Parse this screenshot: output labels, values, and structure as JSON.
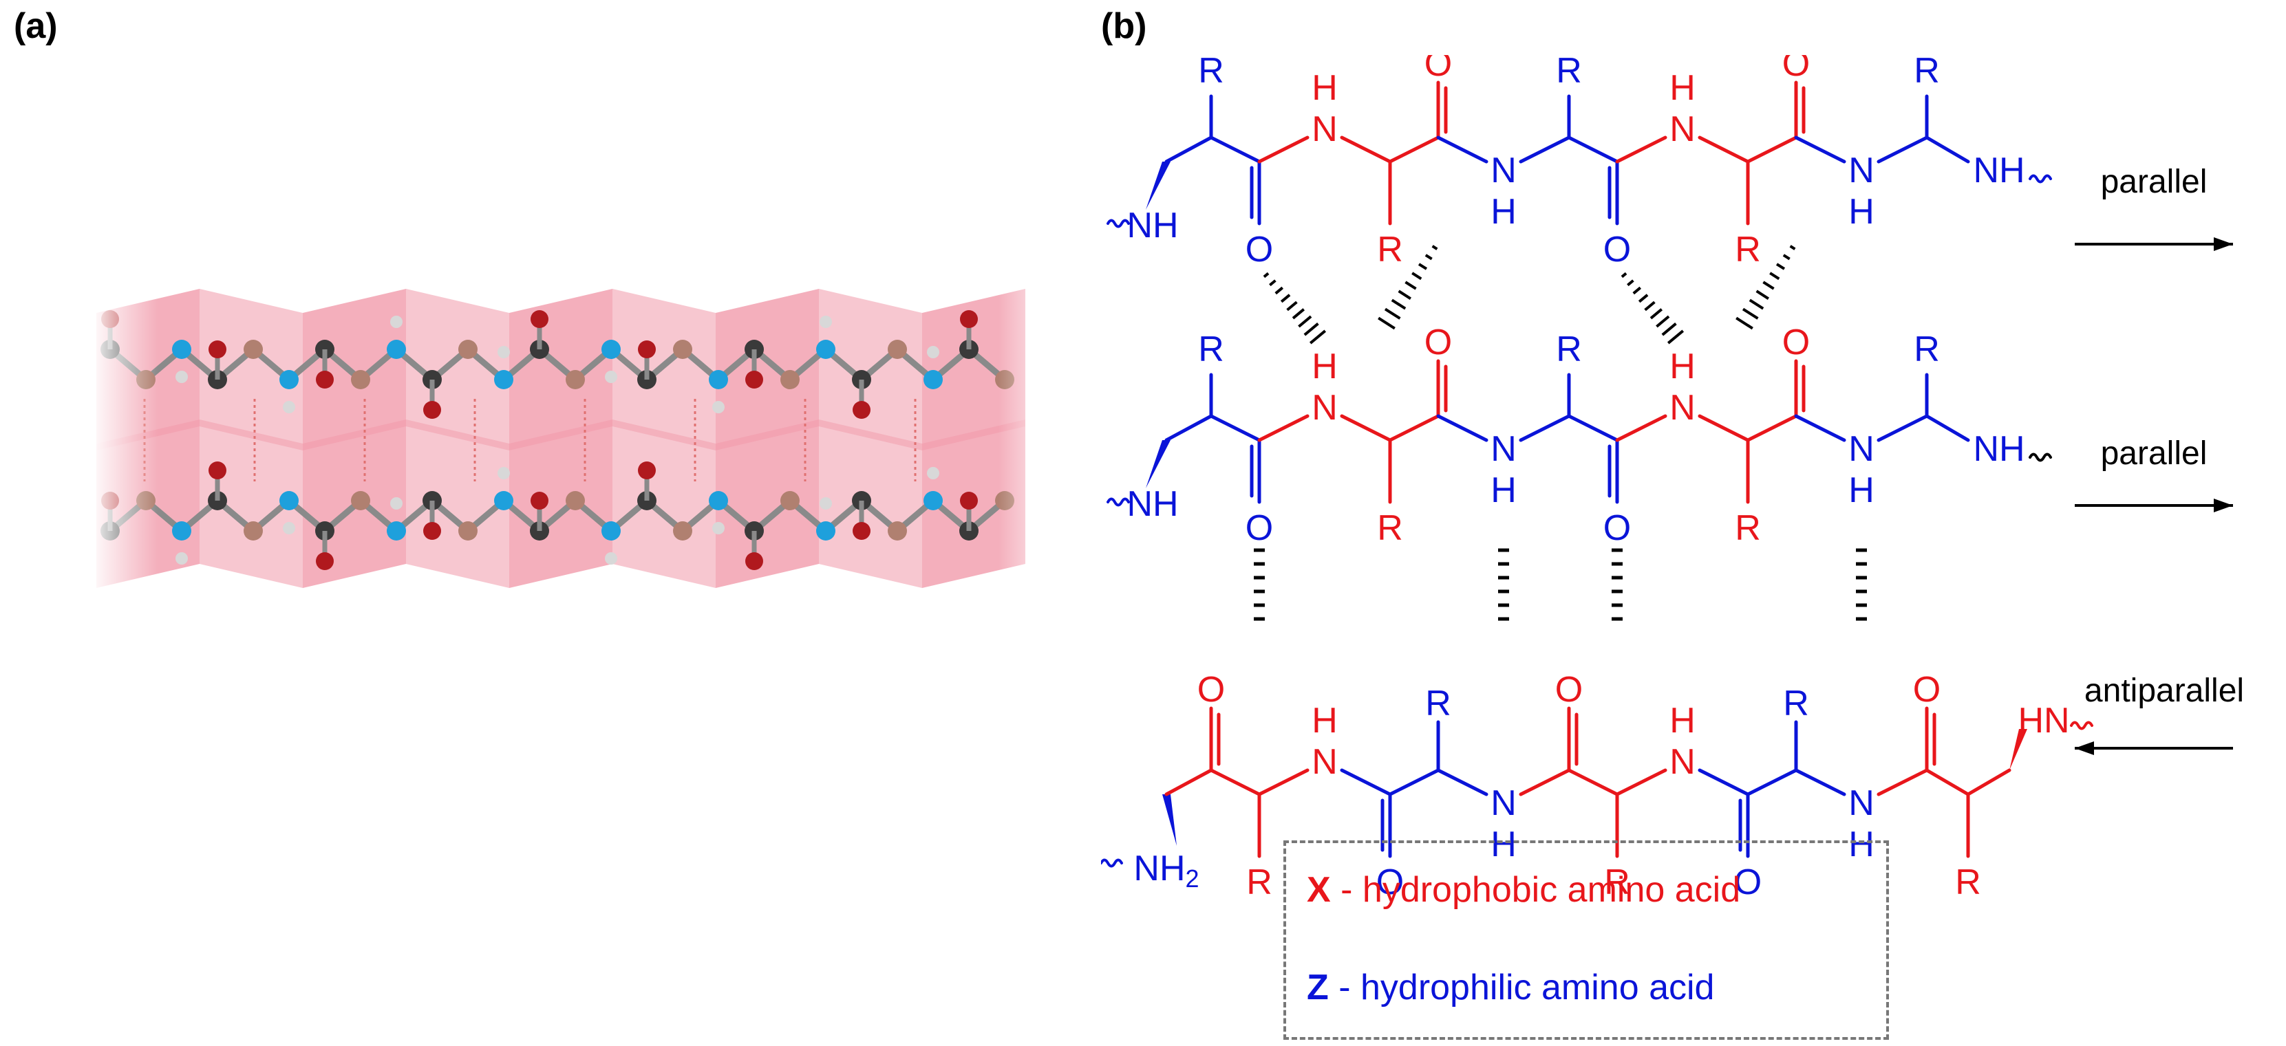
{
  "panels": {
    "a": "(a)",
    "b": "(b)"
  },
  "colors": {
    "hydrophobic": "#e8161b",
    "hydrophilic": "#0a14d8",
    "hbond": "#000000",
    "sheet": "#f2a1b0",
    "carbon": "#3a3a3a",
    "oxygen": "#b0191e",
    "nitrogen": "#1ea0dc",
    "hydrogen": "#d8d8d8",
    "alpha": "#b08070"
  },
  "strands": {
    "s1": {
      "direction": "parallel",
      "n_term": "NH",
      "c_term": "NH",
      "side_chain": "R",
      "amide_n": "N",
      "amide_h": "H",
      "carbonyl_o": "O"
    },
    "s2": {
      "direction": "parallel",
      "n_term": "NH",
      "c_term": "NH",
      "side_chain": "R",
      "amide_n": "N",
      "amide_h": "H",
      "carbonyl_o": "O"
    },
    "s3": {
      "direction": "antiparallel",
      "n_term": "NH",
      "n_term_sub": "2",
      "c_term": "HN",
      "side_chain": "R",
      "amide_n": "N",
      "amide_h": "H",
      "carbonyl_o": "O"
    }
  },
  "legend": {
    "x_symbol": "X",
    "x_text": " - hydrophobic amino acid",
    "z_symbol": "Z",
    "z_text": " - hydrophilic amino acid"
  }
}
